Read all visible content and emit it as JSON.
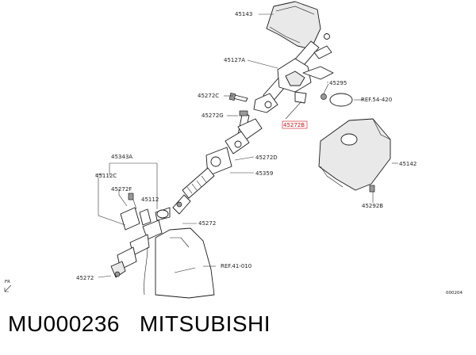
{
  "labels": {
    "p45143": "45143",
    "p45127A": "45127A",
    "p45295": "45295",
    "p45272C": "45272C",
    "ref54420": "REF.54-420",
    "p45272G": "45272G",
    "p45272B_red": "45272B",
    "p45343A": "45343A",
    "p45142": "45142",
    "p45272D": "45272D",
    "p45112C": "45112C",
    "p45359": "45359",
    "p45272F": "45272F",
    "p45112": "45112",
    "p45292B": "45292B",
    "p45272_mid": "45272",
    "ref41010": "REF.41-010",
    "fr": "FR",
    "p45272_low": "45272",
    "code": "000204"
  },
  "caption": "MU000236   MITSUBISHI",
  "colors": {
    "highlight": "#d0101a"
  }
}
